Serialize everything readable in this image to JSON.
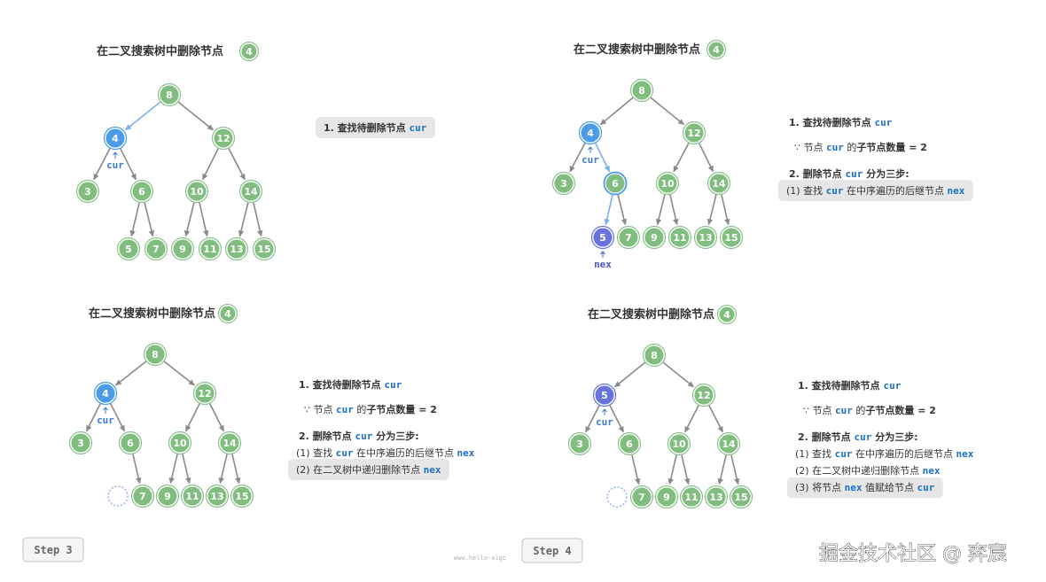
{
  "colors": {
    "green": "#82bd80",
    "blue": "#4a9ce8",
    "purple": "#6774dd",
    "pointer_cur": "#3a7ad0",
    "pointer_nex": "#4f53c7",
    "code_text": "#1a6fc4",
    "highlight_bg": "#e6e6e6",
    "edge": "#8a8a8a",
    "edge_highlight": "#79b1ee"
  },
  "panels": [
    {
      "title": "在二叉搜索树中删除节点",
      "badge": "4",
      "nodes": [
        {
          "id": "n8",
          "label": "8",
          "color": "green"
        },
        {
          "id": "n4",
          "label": "4",
          "color": "blue"
        },
        {
          "id": "n12",
          "label": "12",
          "color": "green"
        },
        {
          "id": "n3",
          "label": "3",
          "color": "green"
        },
        {
          "id": "n6",
          "label": "6",
          "color": "green"
        },
        {
          "id": "n10",
          "label": "10",
          "color": "green"
        },
        {
          "id": "n14",
          "label": "14",
          "color": "green"
        },
        {
          "id": "n5",
          "label": "5",
          "color": "green"
        },
        {
          "id": "n7",
          "label": "7",
          "color": "green"
        },
        {
          "id": "n9",
          "label": "9",
          "color": "green"
        },
        {
          "id": "n11",
          "label": "11",
          "color": "green"
        },
        {
          "id": "n13",
          "label": "13",
          "color": "green"
        },
        {
          "id": "n15",
          "label": "15",
          "color": "green"
        }
      ],
      "edges": [
        {
          "from": "n8",
          "to": "n4",
          "highlight": true
        },
        {
          "from": "n8",
          "to": "n12"
        },
        {
          "from": "n4",
          "to": "n3"
        },
        {
          "from": "n4",
          "to": "n6"
        },
        {
          "from": "n12",
          "to": "n10"
        },
        {
          "from": "n12",
          "to": "n14"
        },
        {
          "from": "n6",
          "to": "n5"
        },
        {
          "from": "n6",
          "to": "n7"
        },
        {
          "from": "n10",
          "to": "n9"
        },
        {
          "from": "n10",
          "to": "n11"
        },
        {
          "from": "n14",
          "to": "n13"
        },
        {
          "from": "n14",
          "to": "n15"
        }
      ],
      "pointers": [
        {
          "node": "n4",
          "label": "cur",
          "color": "pointer_cur"
        }
      ],
      "steps": [
        {
          "segments": [
            {
              "t": "1. 查找待删除节点 ",
              "bold": true
            },
            {
              "t": "cur",
              "code": true
            }
          ],
          "highlight": true
        }
      ]
    },
    {
      "title": "在二叉搜索树中删除节点",
      "badge": "4",
      "nodes": [
        {
          "id": "n8",
          "label": "8",
          "color": "green"
        },
        {
          "id": "n4",
          "label": "4",
          "color": "blue"
        },
        {
          "id": "n12",
          "label": "12",
          "color": "green"
        },
        {
          "id": "n3",
          "label": "3",
          "color": "green"
        },
        {
          "id": "n6",
          "label": "6",
          "color": "green",
          "ring": "blue"
        },
        {
          "id": "n10",
          "label": "10",
          "color": "green"
        },
        {
          "id": "n14",
          "label": "14",
          "color": "green"
        },
        {
          "id": "n5",
          "label": "5",
          "color": "purple"
        },
        {
          "id": "n7",
          "label": "7",
          "color": "green"
        },
        {
          "id": "n9",
          "label": "9",
          "color": "green"
        },
        {
          "id": "n11",
          "label": "11",
          "color": "green"
        },
        {
          "id": "n13",
          "label": "13",
          "color": "green"
        },
        {
          "id": "n15",
          "label": "15",
          "color": "green"
        }
      ],
      "edges": [
        {
          "from": "n8",
          "to": "n4"
        },
        {
          "from": "n8",
          "to": "n12"
        },
        {
          "from": "n4",
          "to": "n3"
        },
        {
          "from": "n4",
          "to": "n6",
          "highlight": true
        },
        {
          "from": "n12",
          "to": "n10"
        },
        {
          "from": "n12",
          "to": "n14"
        },
        {
          "from": "n6",
          "to": "n5",
          "highlight": true
        },
        {
          "from": "n6",
          "to": "n7"
        },
        {
          "from": "n10",
          "to": "n9"
        },
        {
          "from": "n10",
          "to": "n11"
        },
        {
          "from": "n14",
          "to": "n13"
        },
        {
          "from": "n14",
          "to": "n15"
        }
      ],
      "pointers": [
        {
          "node": "n4",
          "label": "cur",
          "color": "pointer_cur"
        },
        {
          "node": "n5",
          "label": "nex",
          "color": "pointer_nex"
        }
      ],
      "steps": [
        {
          "segments": [
            {
              "t": "1. 查找待删除节点 ",
              "bold": true
            },
            {
              "t": "cur",
              "code": true
            }
          ]
        },
        {
          "segments": [
            {
              "t": "∵ 节点 "
            },
            {
              "t": "cur",
              "code": true
            },
            {
              "t": " 的"
            },
            {
              "t": "子节点数量",
              "bold": true
            },
            {
              "t": " = 2",
              "bold": true
            }
          ]
        },
        {
          "segments": [
            {
              "t": "2. 删除节点 ",
              "bold": true
            },
            {
              "t": "cur",
              "code": true
            },
            {
              "t": " 分为三步:",
              "bold": true
            }
          ]
        },
        {
          "segments": [
            {
              "t": "(1) 查找 "
            },
            {
              "t": "cur",
              "code": true
            },
            {
              "t": " 在中序遍历的后继节点 "
            },
            {
              "t": "nex",
              "code": true
            }
          ],
          "highlight": true
        }
      ]
    },
    {
      "title": "在二叉搜索树中删除节点",
      "badge": "4",
      "nodes": [
        {
          "id": "n8",
          "label": "8",
          "color": "green"
        },
        {
          "id": "n4",
          "label": "4",
          "color": "blue"
        },
        {
          "id": "n12",
          "label": "12",
          "color": "green"
        },
        {
          "id": "n3",
          "label": "3",
          "color": "green"
        },
        {
          "id": "n6",
          "label": "6",
          "color": "green"
        },
        {
          "id": "n10",
          "label": "10",
          "color": "green"
        },
        {
          "id": "n14",
          "label": "14",
          "color": "green"
        },
        {
          "id": "n5",
          "label": "",
          "color": "empty"
        },
        {
          "id": "n7",
          "label": "7",
          "color": "green"
        },
        {
          "id": "n9",
          "label": "9",
          "color": "green"
        },
        {
          "id": "n11",
          "label": "11",
          "color": "green"
        },
        {
          "id": "n13",
          "label": "13",
          "color": "green"
        },
        {
          "id": "n15",
          "label": "15",
          "color": "green"
        }
      ],
      "edges": [
        {
          "from": "n8",
          "to": "n4"
        },
        {
          "from": "n8",
          "to": "n12"
        },
        {
          "from": "n4",
          "to": "n3"
        },
        {
          "from": "n4",
          "to": "n6"
        },
        {
          "from": "n12",
          "to": "n10"
        },
        {
          "from": "n12",
          "to": "n14"
        },
        {
          "from": "n6",
          "to": "n7"
        },
        {
          "from": "n10",
          "to": "n9"
        },
        {
          "from": "n10",
          "to": "n11"
        },
        {
          "from": "n14",
          "to": "n13"
        },
        {
          "from": "n14",
          "to": "n15"
        }
      ],
      "pointers": [
        {
          "node": "n4",
          "label": "cur",
          "color": "pointer_cur"
        }
      ],
      "steps": [
        {
          "segments": [
            {
              "t": "1. 查找待删除节点 ",
              "bold": true
            },
            {
              "t": "cur",
              "code": true
            }
          ]
        },
        {
          "segments": [
            {
              "t": "∵ 节点 "
            },
            {
              "t": "cur",
              "code": true
            },
            {
              "t": " 的"
            },
            {
              "t": "子节点数量",
              "bold": true
            },
            {
              "t": " = 2",
              "bold": true
            }
          ]
        },
        {
          "segments": [
            {
              "t": "2. 删除节点 ",
              "bold": true
            },
            {
              "t": "cur",
              "code": true
            },
            {
              "t": " 分为三步:",
              "bold": true
            }
          ]
        },
        {
          "segments": [
            {
              "t": "(1) 查找 "
            },
            {
              "t": "cur",
              "code": true
            },
            {
              "t": " 在中序遍历的后继节点 "
            },
            {
              "t": "nex",
              "code": true
            }
          ]
        },
        {
          "segments": [
            {
              "t": "(2) 在二叉树中递归删除节点 "
            },
            {
              "t": "nex",
              "code": true
            }
          ],
          "highlight": true
        }
      ],
      "step_badge": "Step 3"
    },
    {
      "title": "在二叉搜索树中删除节点",
      "badge": "4",
      "nodes": [
        {
          "id": "n8",
          "label": "8",
          "color": "green"
        },
        {
          "id": "n4",
          "label": "5",
          "color": "purple"
        },
        {
          "id": "n12",
          "label": "12",
          "color": "green"
        },
        {
          "id": "n3",
          "label": "3",
          "color": "green"
        },
        {
          "id": "n6",
          "label": "6",
          "color": "green"
        },
        {
          "id": "n10",
          "label": "10",
          "color": "green"
        },
        {
          "id": "n14",
          "label": "14",
          "color": "green"
        },
        {
          "id": "n5",
          "label": "",
          "color": "empty"
        },
        {
          "id": "n7",
          "label": "7",
          "color": "green"
        },
        {
          "id": "n9",
          "label": "9",
          "color": "green"
        },
        {
          "id": "n11",
          "label": "11",
          "color": "green"
        },
        {
          "id": "n13",
          "label": "13",
          "color": "green"
        },
        {
          "id": "n15",
          "label": "15",
          "color": "green"
        }
      ],
      "edges": [
        {
          "from": "n8",
          "to": "n4"
        },
        {
          "from": "n8",
          "to": "n12"
        },
        {
          "from": "n4",
          "to": "n3"
        },
        {
          "from": "n4",
          "to": "n6"
        },
        {
          "from": "n12",
          "to": "n10"
        },
        {
          "from": "n12",
          "to": "n14"
        },
        {
          "from": "n6",
          "to": "n7"
        },
        {
          "from": "n10",
          "to": "n9"
        },
        {
          "from": "n10",
          "to": "n11"
        },
        {
          "from": "n14",
          "to": "n13"
        },
        {
          "from": "n14",
          "to": "n15"
        }
      ],
      "pointers": [
        {
          "node": "n4",
          "label": "cur",
          "color": "pointer_cur"
        }
      ],
      "steps": [
        {
          "segments": [
            {
              "t": "1. 查找待删除节点 ",
              "bold": true
            },
            {
              "t": "cur",
              "code": true
            }
          ]
        },
        {
          "segments": [
            {
              "t": "∵ 节点 "
            },
            {
              "t": "cur",
              "code": true
            },
            {
              "t": " 的"
            },
            {
              "t": "子节点数量",
              "bold": true
            },
            {
              "t": " = 2",
              "bold": true
            }
          ]
        },
        {
          "segments": [
            {
              "t": "2. 删除节点 ",
              "bold": true
            },
            {
              "t": "cur",
              "code": true
            },
            {
              "t": " 分为三步:",
              "bold": true
            }
          ]
        },
        {
          "segments": [
            {
              "t": "(1) 查找 "
            },
            {
              "t": "cur",
              "code": true
            },
            {
              "t": " 在中序遍历的后继节点 "
            },
            {
              "t": "nex",
              "code": true
            }
          ]
        },
        {
          "segments": [
            {
              "t": "(2) 在二叉树中递归删除节点 "
            },
            {
              "t": "nex",
              "code": true
            }
          ]
        },
        {
          "segments": [
            {
              "t": "(3) 将节点 "
            },
            {
              "t": "nex",
              "code": true
            },
            {
              "t": " 值赋给节点 "
            },
            {
              "t": "cur",
              "code": true
            }
          ],
          "highlight": true
        }
      ],
      "step_badge": "Step 4"
    }
  ],
  "footer": "www.hello-algo",
  "watermark": "掘金技术社区 @ 弈宸"
}
